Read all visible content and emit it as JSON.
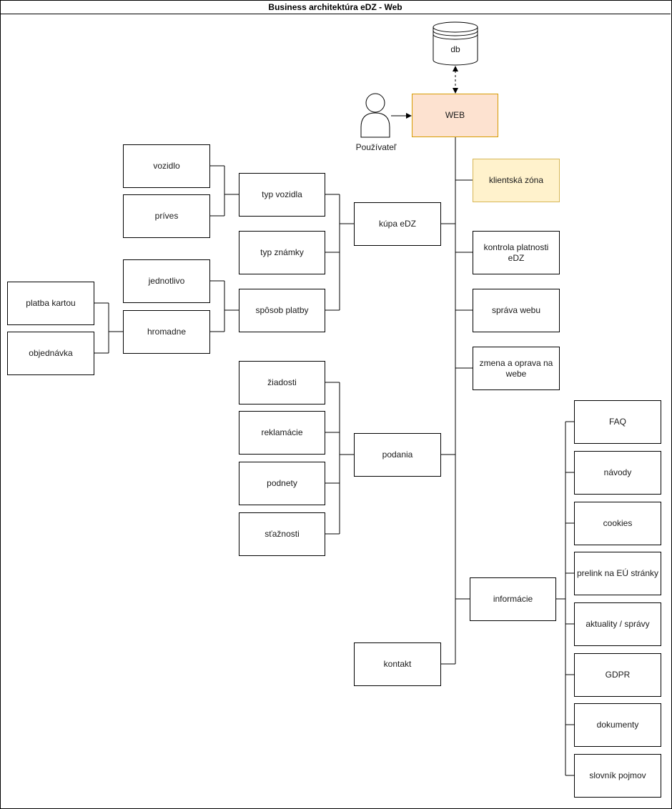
{
  "title": "Business architektúra eDZ - Web",
  "db": {
    "label": "db"
  },
  "user": {
    "label": "Používateľ"
  },
  "nodes": {
    "web": "WEB",
    "klientska_zona": "klientská zóna",
    "kontrola": "kontrola platnosti eDZ",
    "sprava_webu": "správa webu",
    "zmena": "zmena a oprava na webe",
    "kupa": "kúpa eDZ",
    "typ_vozidla": "typ vozidla",
    "typ_znamky": "typ známky",
    "sposob_platby": "spôsob platby",
    "vozidlo": "vozidlo",
    "prives": "príves",
    "jednotlivo": "jednotlivo",
    "hromadne": "hromadne",
    "platba_kartou": "platba kartou",
    "objednavka": "objednávka",
    "podania": "podania",
    "ziadosti": "žiadosti",
    "reklamacie": "reklamácie",
    "podnety": "podnety",
    "staznosti": "sťažnosti",
    "kontakt": "kontakt",
    "informacie": "informácie",
    "faq": "FAQ",
    "navody": "návody",
    "cookies": "cookies",
    "prelink": "prelink na EÚ stránky",
    "aktuality": "aktuality / správy",
    "gdpr": "GDPR",
    "dokumenty": "dokumenty",
    "slovnik": "slovník pojmov"
  },
  "colors": {
    "web_fill": "#fde2d0",
    "web_stroke": "#d79b00",
    "zone_fill": "#fff2cc",
    "zone_stroke": "#d6b656"
  }
}
